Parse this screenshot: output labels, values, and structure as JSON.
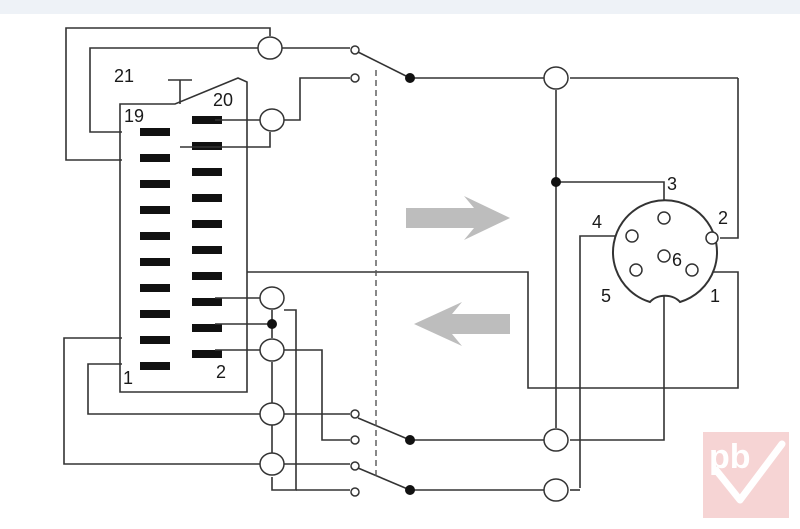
{
  "colors": {
    "line": "#333333",
    "pin": "#111111",
    "arrow": "#bdbdbd",
    "logo_bg": "#f6d4d4",
    "logo_text": "#ffffff",
    "top_band": "#eef2f7"
  },
  "scart": {
    "labels": {
      "pin21": "21",
      "pin20": "20",
      "pin19": "19",
      "pin1": "1",
      "pin2": "2"
    }
  },
  "din": {
    "labels": {
      "p1": "1",
      "p2": "2",
      "p3": "3",
      "p4": "4",
      "p5": "5",
      "p6": "6"
    }
  },
  "arrows": {
    "right": "arrow-right-icon",
    "left": "arrow-left-icon"
  },
  "logo": {
    "text": "pb"
  }
}
